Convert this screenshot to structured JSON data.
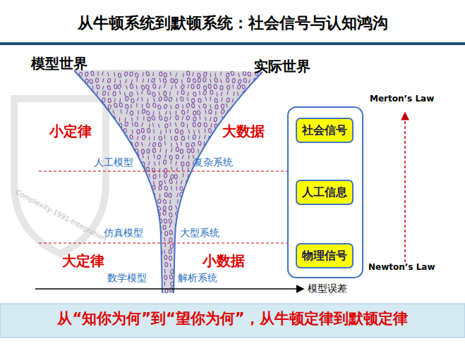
{
  "diagram": {
    "title": "从牛顿系统到默顿系统：社会信号与认知鸿沟",
    "caption": "从“知你为何”到“望你为何”，从牛顿定律到默顿定律",
    "nodes": [
      {
        "text": [
          "社会信号"
        ]
      },
      {
        "text": [
          "人工信息"
        ]
      },
      {
        "text": [
          "物理信号"
        ]
      }
    ],
    "labels": [
      "模型世界",
      "实际世界",
      "小定律",
      "大数据",
      "人工模型",
      "复杂系统",
      "仿真模型",
      "大型系统",
      "大定律",
      "小数据",
      "数学模型",
      "解析系统",
      "模型误差",
      "Merton’s Law",
      "Newton’s Law",
      "Complexity-1991-Integration"
    ]
  }
}
